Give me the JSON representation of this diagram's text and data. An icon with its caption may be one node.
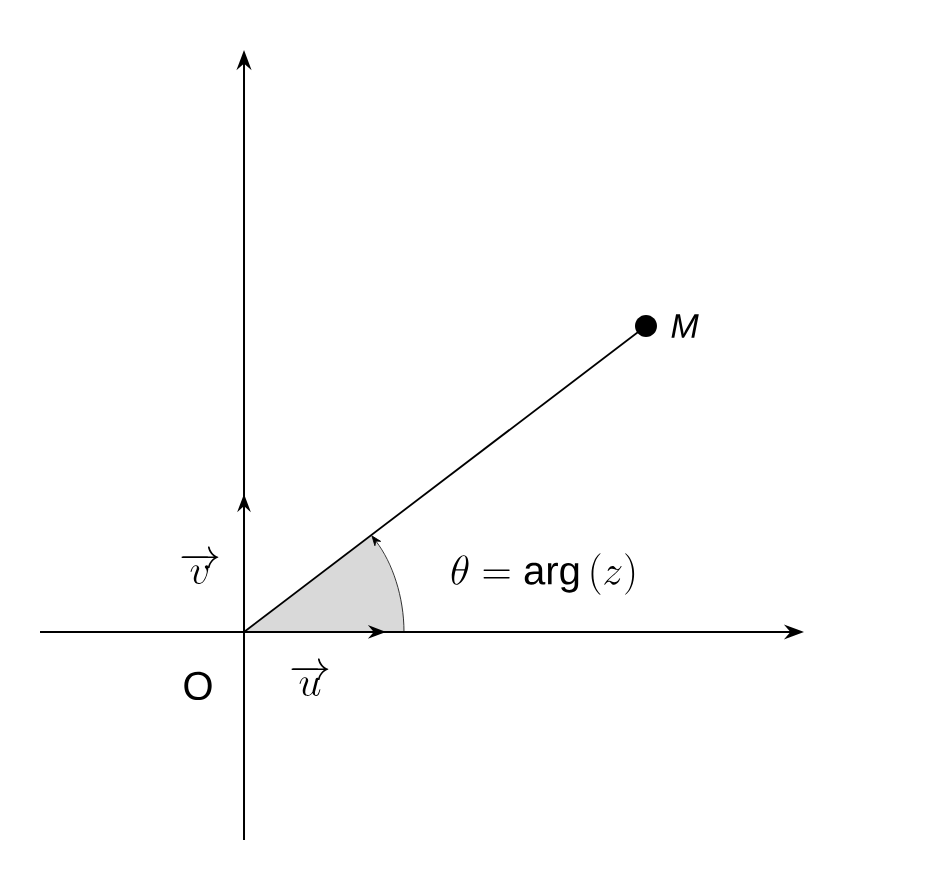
{
  "diagram": {
    "nodes": [
      {
        "text": [],
        "shape": "circle",
        "beside": [
          "M"
        ]
      }
    ],
    "labels": [
      "\\overrightarrow{v}",
      "O",
      "\\overrightarrow{u}",
      "\\theta = \\arg\\,(z)"
    ]
  }
}
